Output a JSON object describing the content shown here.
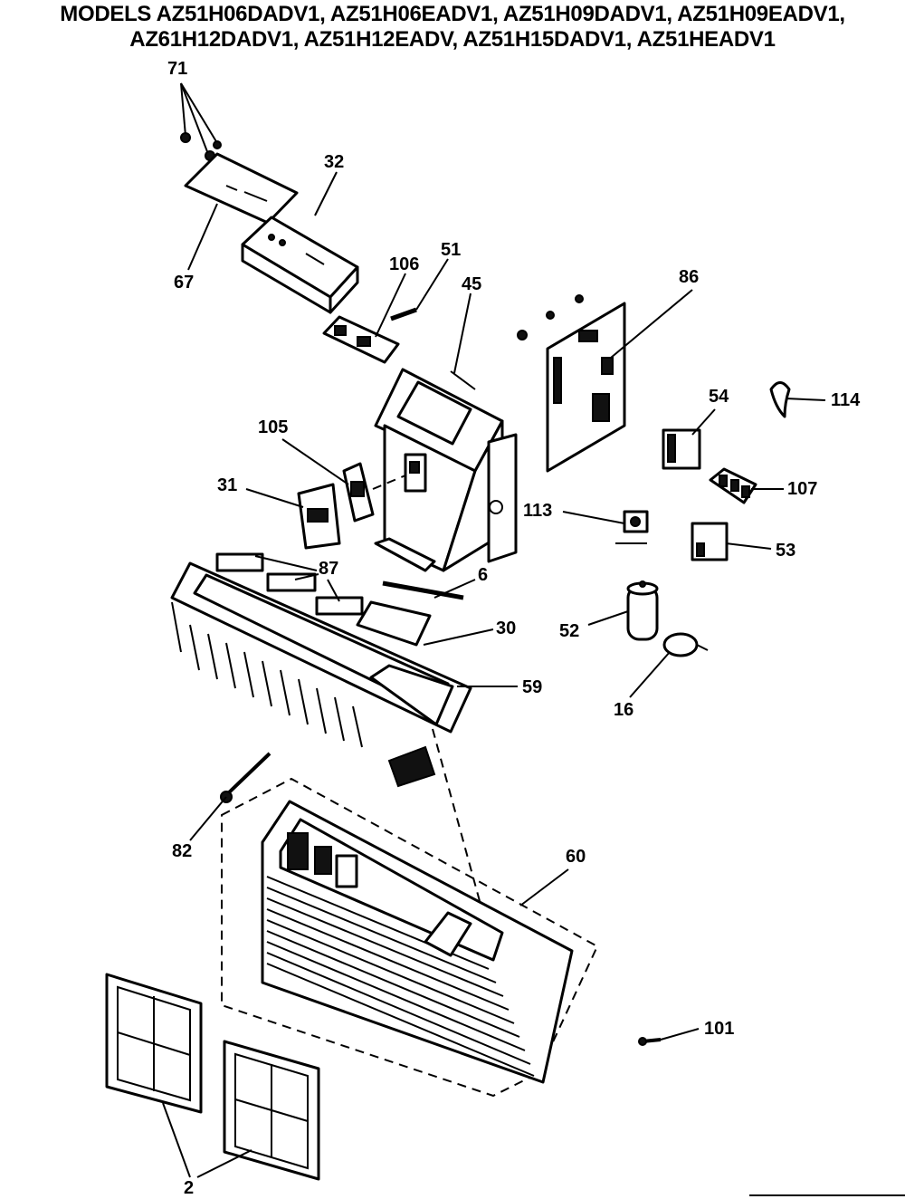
{
  "header": {
    "line1": "MODELS AZ51H06DADV1, AZ51H06EADV1, AZ51H09DADV1, AZ51H09EADV1,",
    "line2": "AZ61H12DADV1, AZ51H12EADV, AZ51H15DADV1, AZ51HEADV1"
  },
  "callouts": {
    "c71": "71",
    "c32": "32",
    "c67": "67",
    "c106": "106",
    "c51": "51",
    "c45": "45",
    "c86": "86",
    "c114": "114",
    "c54": "54",
    "c105": "105",
    "c31": "31",
    "c107": "107",
    "c113": "113",
    "c53": "53",
    "c87": "87",
    "c6": "6",
    "c30": "30",
    "c52": "52",
    "c59": "59",
    "c16": "16",
    "c82": "82",
    "c60": "60",
    "c101": "101",
    "c2": "2"
  }
}
